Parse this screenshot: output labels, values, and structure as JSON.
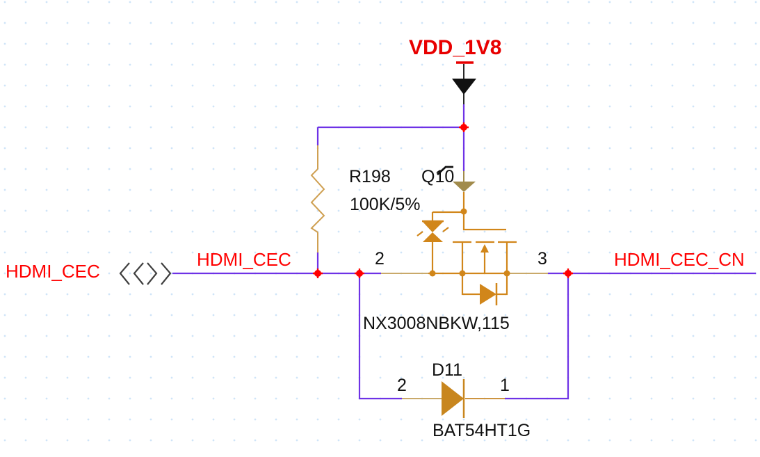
{
  "schematic": {
    "power": {
      "net": "VDD_1V8"
    },
    "resistor": {
      "refdes": "R198",
      "value": "100K/5%"
    },
    "mosfet": {
      "refdes": "Q10",
      "part": "NX3008NBKW,115",
      "pin_left": "2",
      "pin_right": "3"
    },
    "diode": {
      "refdes": "D11",
      "part": "BAT54HT1G",
      "pin_left": "2",
      "pin_right": "1"
    },
    "nets": {
      "offpage": "HDMI_CEC",
      "left": "HDMI_CEC",
      "right": "HDMI_CEC_CN"
    },
    "port": {
      "type": "offpage-double-chevron"
    }
  },
  "colors": {
    "wire": "#6e32e6",
    "pin": "#c9a96a",
    "resistor": "#cfa052",
    "symbol": "#d1861a",
    "olive": "#a18b4c",
    "red-net": "#ff0000",
    "red-power": "#e80000",
    "black": "#111111",
    "port": "#3f3f3f",
    "grid": "#cfe4f8"
  }
}
